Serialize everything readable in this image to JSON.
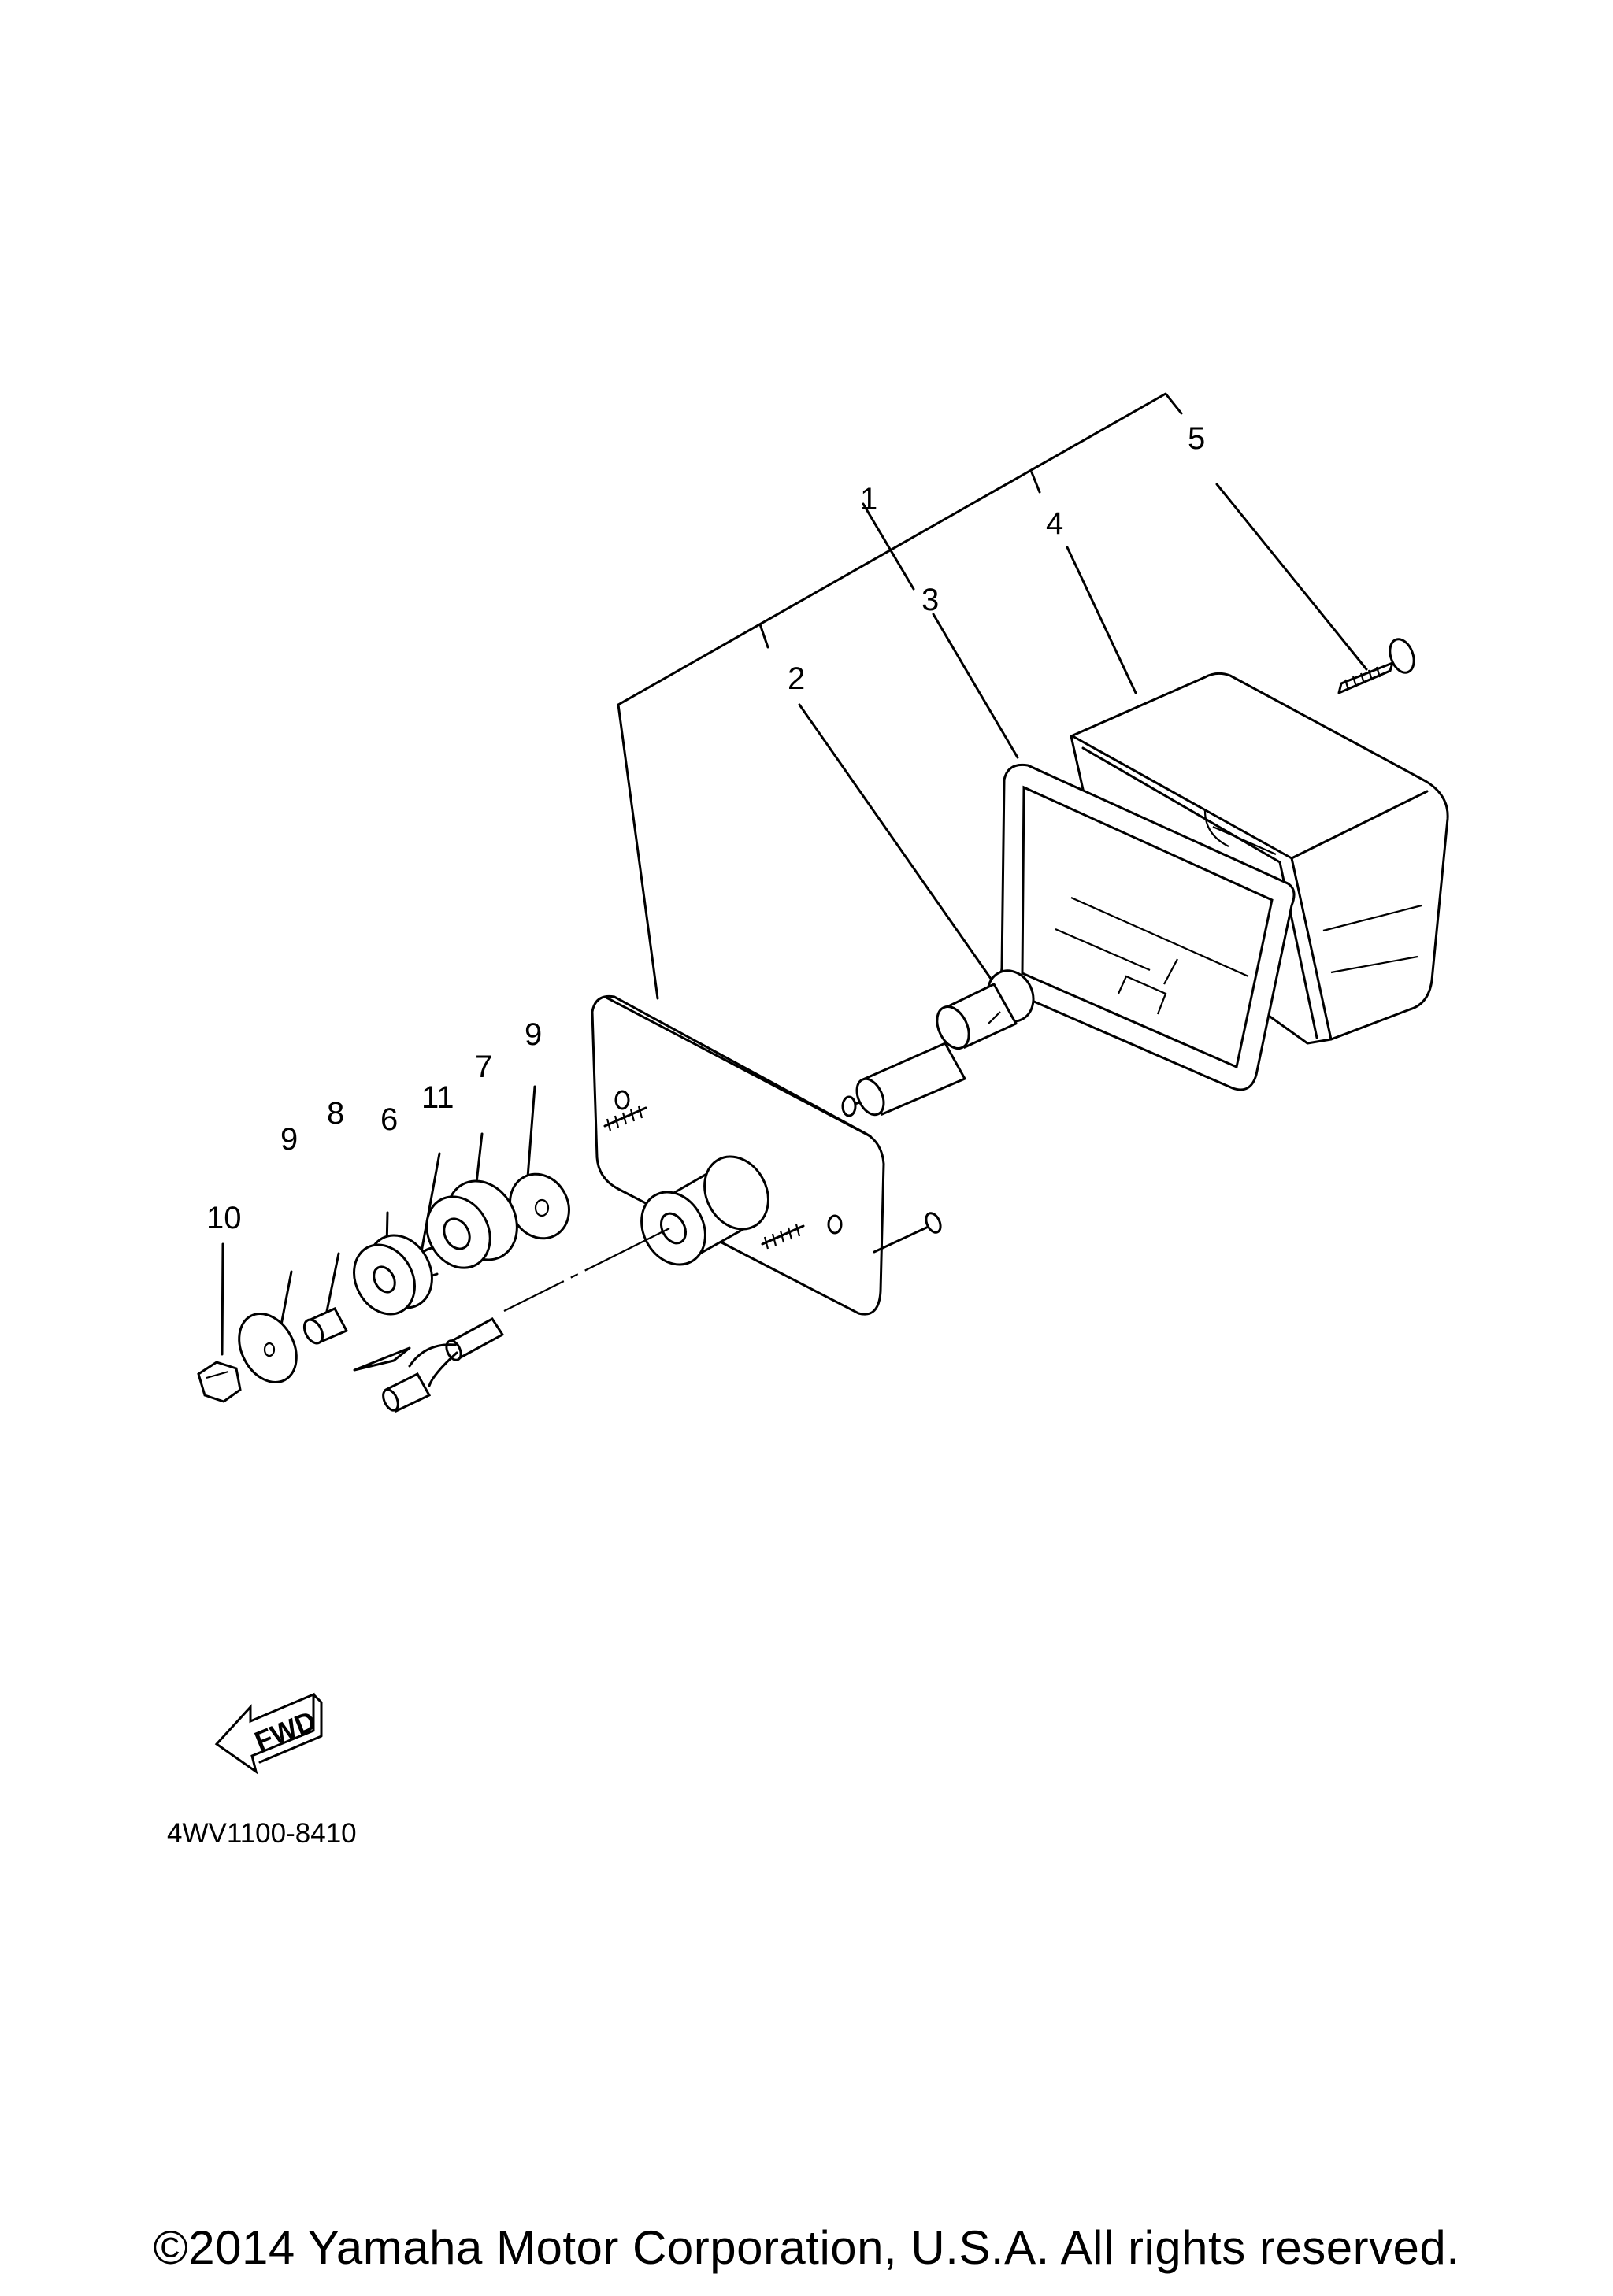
{
  "callouts": {
    "c1": "1",
    "c2": "2",
    "c3": "3",
    "c4": "4",
    "c5": "5",
    "c6": "6",
    "c7": "7",
    "c8": "8",
    "c9a": "9",
    "c9b": "9",
    "c10": "10",
    "c11": "11"
  },
  "fwd_label": "FWD",
  "diagram_code": "4WV1100-8410",
  "copyright": "©2014 Yamaha Motor Corporation, U.S.A. All rights reserved."
}
